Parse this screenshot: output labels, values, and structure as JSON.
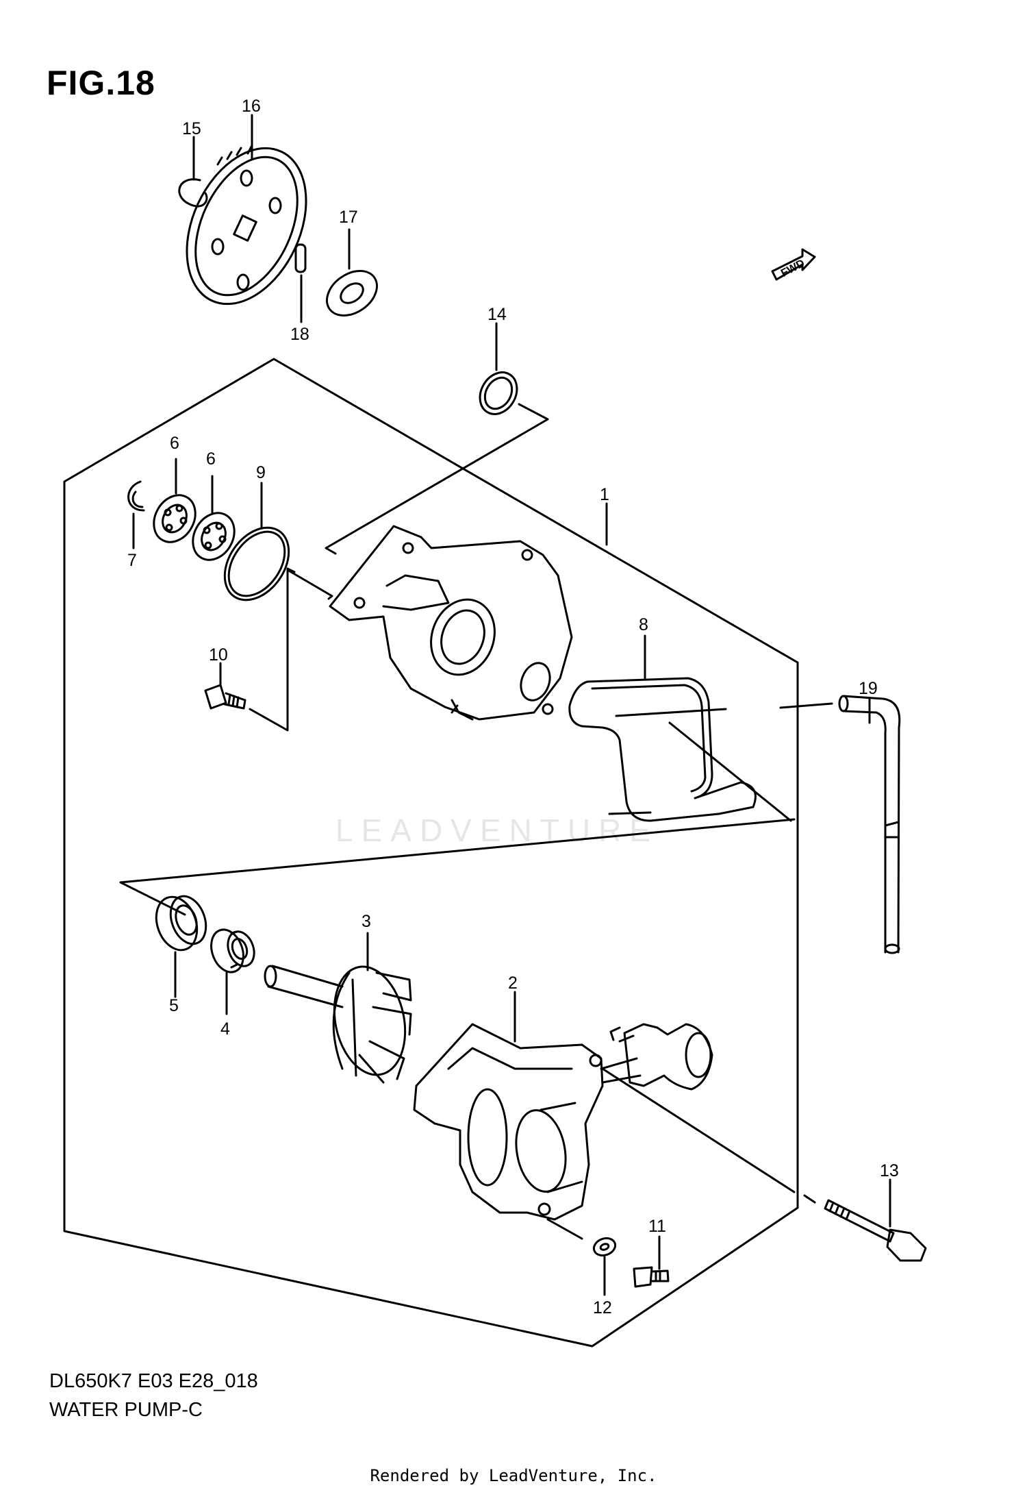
{
  "figure": {
    "title": "FIG.18",
    "code": "DL650K7 E03 E28_018",
    "caption": "WATER PUMP-C",
    "rendered_by": "Rendered by LeadVenture, Inc.",
    "watermark": "LEADVENTURE",
    "fwd_label": "FWD"
  },
  "callouts": {
    "c1": "1",
    "c2": "2",
    "c3": "3",
    "c4": "4",
    "c5": "5",
    "c6a": "6",
    "c6b": "6",
    "c7": "7",
    "c8": "8",
    "c9": "9",
    "c10": "10",
    "c11": "11",
    "c12": "12",
    "c13": "13",
    "c14": "14",
    "c15": "15",
    "c16": "16",
    "c17": "17",
    "c18": "18",
    "c19": "19"
  }
}
